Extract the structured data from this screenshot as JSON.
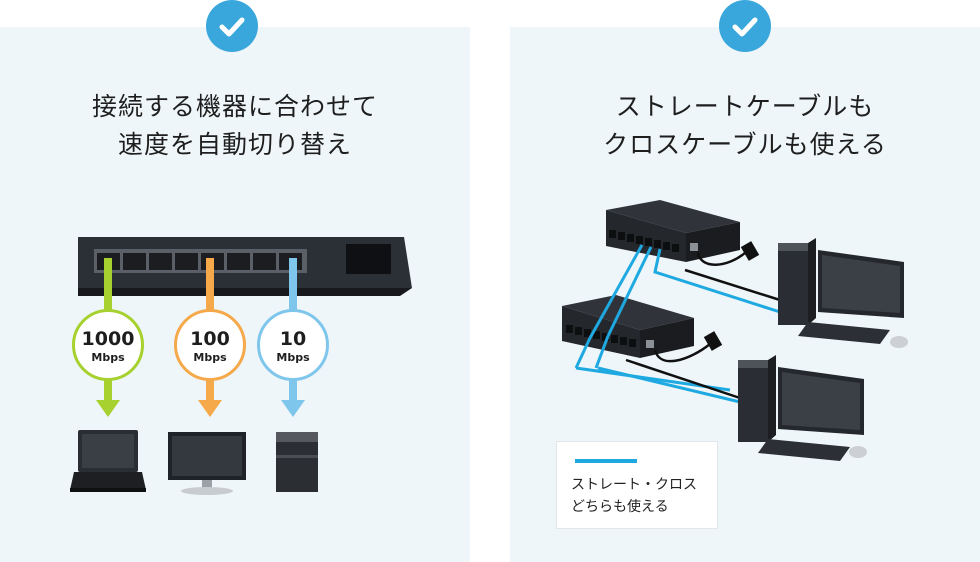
{
  "left_panel": {
    "title_line1": "接続する機器に合わせて",
    "title_line2": "速度を自動切り替え",
    "speeds": [
      {
        "value": "1000",
        "unit": "Mbps",
        "color": "#a6d12e"
      },
      {
        "value": "100",
        "unit": "Mbps",
        "color": "#f5a94a"
      },
      {
        "value": "10",
        "unit": "Mbps",
        "color": "#7fc6ec"
      }
    ],
    "devices": [
      "laptop-icon",
      "monitor-icon",
      "storage-icon"
    ]
  },
  "right_panel": {
    "title_line1": "ストレートケーブルも",
    "title_line2": "クロスケーブルも使える",
    "legend": {
      "text_line1": "ストレート・クロス",
      "text_line2": "どちらも使える",
      "color": "#1fa9e1"
    }
  },
  "colors": {
    "check": "#3aa7dc",
    "panel_bg": "#eef6f9"
  }
}
